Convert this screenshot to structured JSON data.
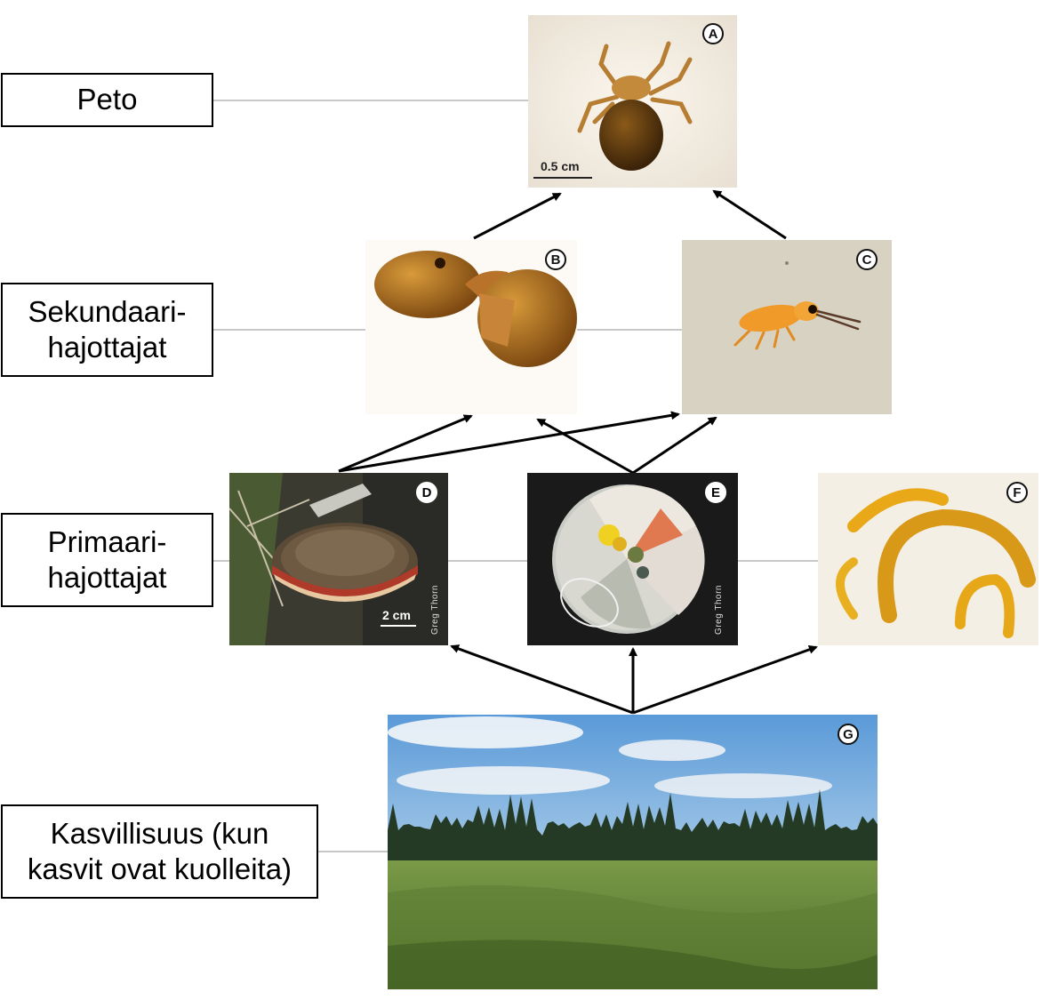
{
  "levels": {
    "predator": "Peto",
    "secondary": "Sekundaari-\nhajottajat",
    "primary": "Primaari-\nhajottajat",
    "vegetation": "Kasvillisuus (kun\nkasvit ovat kuolleita)"
  },
  "panels": {
    "a": {
      "letter": "A",
      "scale": "0.5 cm",
      "subject": "predatory mite"
    },
    "b": {
      "letter": "B",
      "subject": "oribatid mites"
    },
    "c": {
      "letter": "C",
      "subject": "springtail"
    },
    "d": {
      "letter": "D",
      "scale": "2 cm",
      "credit": "Greg Thorn",
      "subject": "bracket fungus"
    },
    "e": {
      "letter": "E",
      "credit": "Greg Thorn",
      "subject": "fungal culture in petri dish"
    },
    "f": {
      "letter": "F",
      "subject": "insect larvae"
    },
    "g": {
      "letter": "G",
      "subject": "bog vegetation with conifer forest"
    }
  },
  "colors": {
    "arrow": "#000000",
    "connector": "#c8c8c8",
    "box_border": "#000000"
  }
}
